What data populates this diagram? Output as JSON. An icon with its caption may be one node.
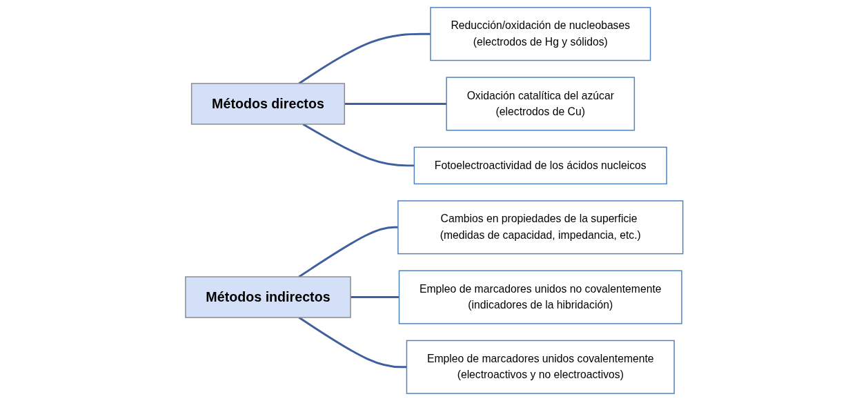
{
  "diagram": {
    "nodes": [
      {
        "text": [
          "Métodos directos"
        ]
      },
      {
        "text": [
          "Reducción/oxidación de nucleobases",
          "(electrodos de Hg y sólidos)"
        ]
      },
      {
        "text": [
          "Oxidación catalítica del azúcar",
          "(electrodos de Cu)"
        ]
      },
      {
        "text": [
          "Fotoelectroactividad de los ácidos nucleicos"
        ]
      },
      {
        "text": [
          "Métodos indirectos"
        ]
      },
      {
        "text": [
          "Cambios en propiedades de la superficie (medidas de capacidad, impedancia, etc.)"
        ]
      },
      {
        "text": [
          "Empleo de marcadores unidos no covalentemente",
          "(indicadores de la hibridación)"
        ]
      },
      {
        "text": [
          "Empleo de marcadores unidos covalentemente",
          "(electroactivos y no electroactivos)"
        ]
      }
    ],
    "edges": [
      {
        "from": 0,
        "to": 1,
        "arrow": "none"
      },
      {
        "from": 0,
        "to": 2,
        "arrow": "none"
      },
      {
        "from": 0,
        "to": 3,
        "arrow": "none"
      },
      {
        "from": 4,
        "to": 5,
        "arrow": "none"
      },
      {
        "from": 4,
        "to": 6,
        "arrow": "none"
      },
      {
        "from": 4,
        "to": 7,
        "arrow": "none"
      }
    ]
  }
}
